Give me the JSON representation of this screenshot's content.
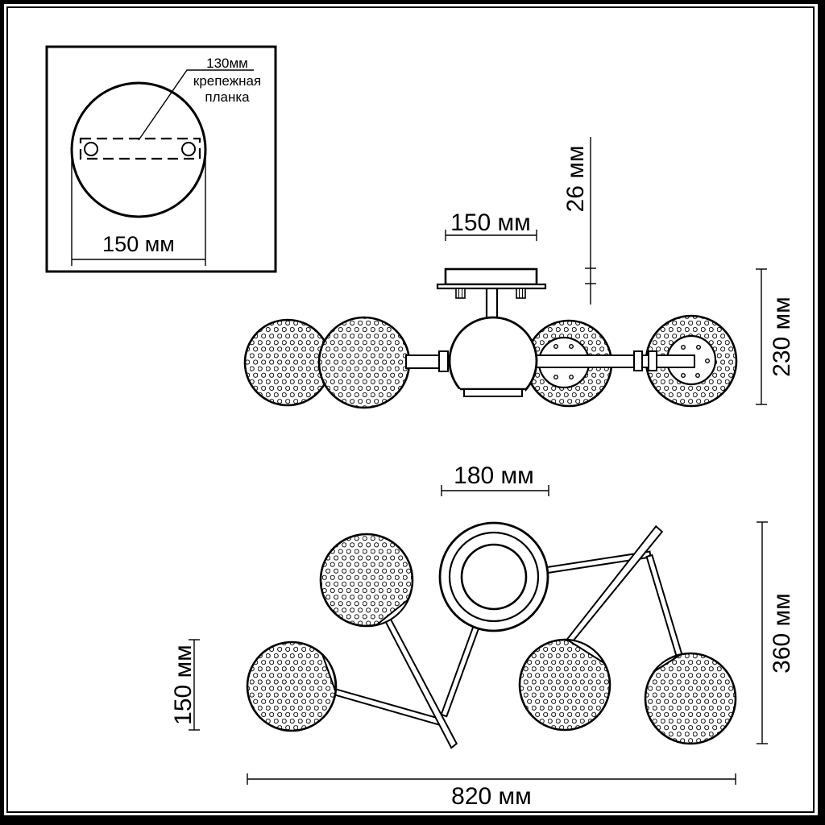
{
  "inset": {
    "callout": {
      "line1": "130мм",
      "line2": "крепежная",
      "line3": "планка"
    },
    "plate_width": "150 мм"
  },
  "side_view": {
    "canopy_width": "150 мм",
    "canopy_height": "26 мм",
    "fixture_height": "230 мм"
  },
  "top_view": {
    "center_diameter": "180 мм",
    "shade_diameter": "150 мм",
    "fixture_depth": "360 мм",
    "fixture_width": "820 мм"
  },
  "colors": {
    "ink": "#000000",
    "paper": "#ffffff"
  }
}
